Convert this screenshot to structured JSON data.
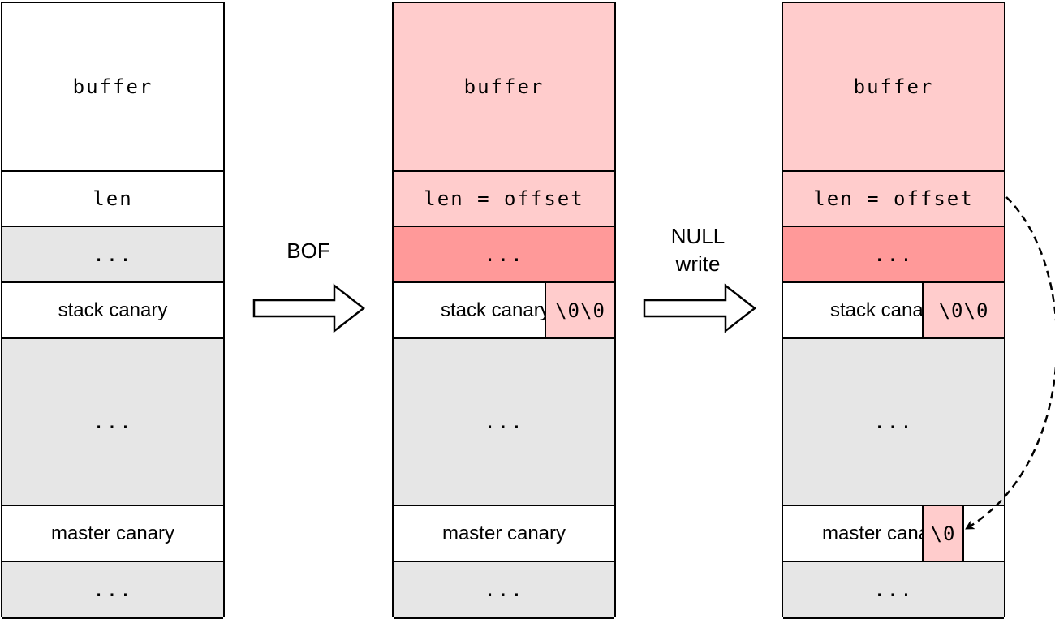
{
  "colors": {
    "white": "#ffffff",
    "gray": "#e6e6e6",
    "light_red": "#ffcccc",
    "red": "#ff9999",
    "stroke": "#000000"
  },
  "stacks": [
    {
      "name": "stack-1",
      "cells": [
        {
          "label": "buffer",
          "style": "mono",
          "fill": "white"
        },
        {
          "label": "len",
          "style": "mono",
          "fill": "white"
        },
        {
          "label": "...",
          "style": "mono",
          "fill": "gray"
        },
        {
          "label": "stack canary",
          "style": "sans",
          "fill": "white"
        },
        {
          "label": "...",
          "style": "mono",
          "fill": "gray"
        },
        {
          "label": "master canary",
          "style": "sans",
          "fill": "white"
        },
        {
          "label": "...",
          "style": "mono",
          "fill": "gray"
        }
      ]
    },
    {
      "name": "stack-2",
      "cells": [
        {
          "label": "buffer",
          "style": "mono",
          "fill": "light_red"
        },
        {
          "label": "len = offset",
          "style": "mono",
          "fill": "light_red"
        },
        {
          "label": "...",
          "style": "mono",
          "fill": "red"
        },
        {
          "label": "stack canary",
          "style": "sans",
          "fill": "white",
          "overlay": "\\0\\0"
        },
        {
          "label": "...",
          "style": "mono",
          "fill": "gray"
        },
        {
          "label": "master canary",
          "style": "sans",
          "fill": "white"
        },
        {
          "label": "...",
          "style": "mono",
          "fill": "gray"
        }
      ]
    },
    {
      "name": "stack-3",
      "cells": [
        {
          "label": "buffer",
          "style": "mono",
          "fill": "light_red"
        },
        {
          "label": "len = offset",
          "style": "mono",
          "fill": "light_red"
        },
        {
          "label": "...",
          "style": "mono",
          "fill": "red"
        },
        {
          "label": "stack canary",
          "style": "sans",
          "fill": "white",
          "overlay": "\\0\\0"
        },
        {
          "label": "...",
          "style": "mono",
          "fill": "gray"
        },
        {
          "label": "master canary",
          "style": "sans",
          "fill": "white",
          "overlay": "\\0"
        },
        {
          "label": "...",
          "style": "mono",
          "fill": "gray"
        }
      ]
    }
  ],
  "arrows": [
    {
      "name": "bof-arrow",
      "label_lines": [
        "BOF"
      ]
    },
    {
      "name": "null-write-arrow",
      "label_lines": [
        "NULL",
        "write"
      ]
    }
  ]
}
